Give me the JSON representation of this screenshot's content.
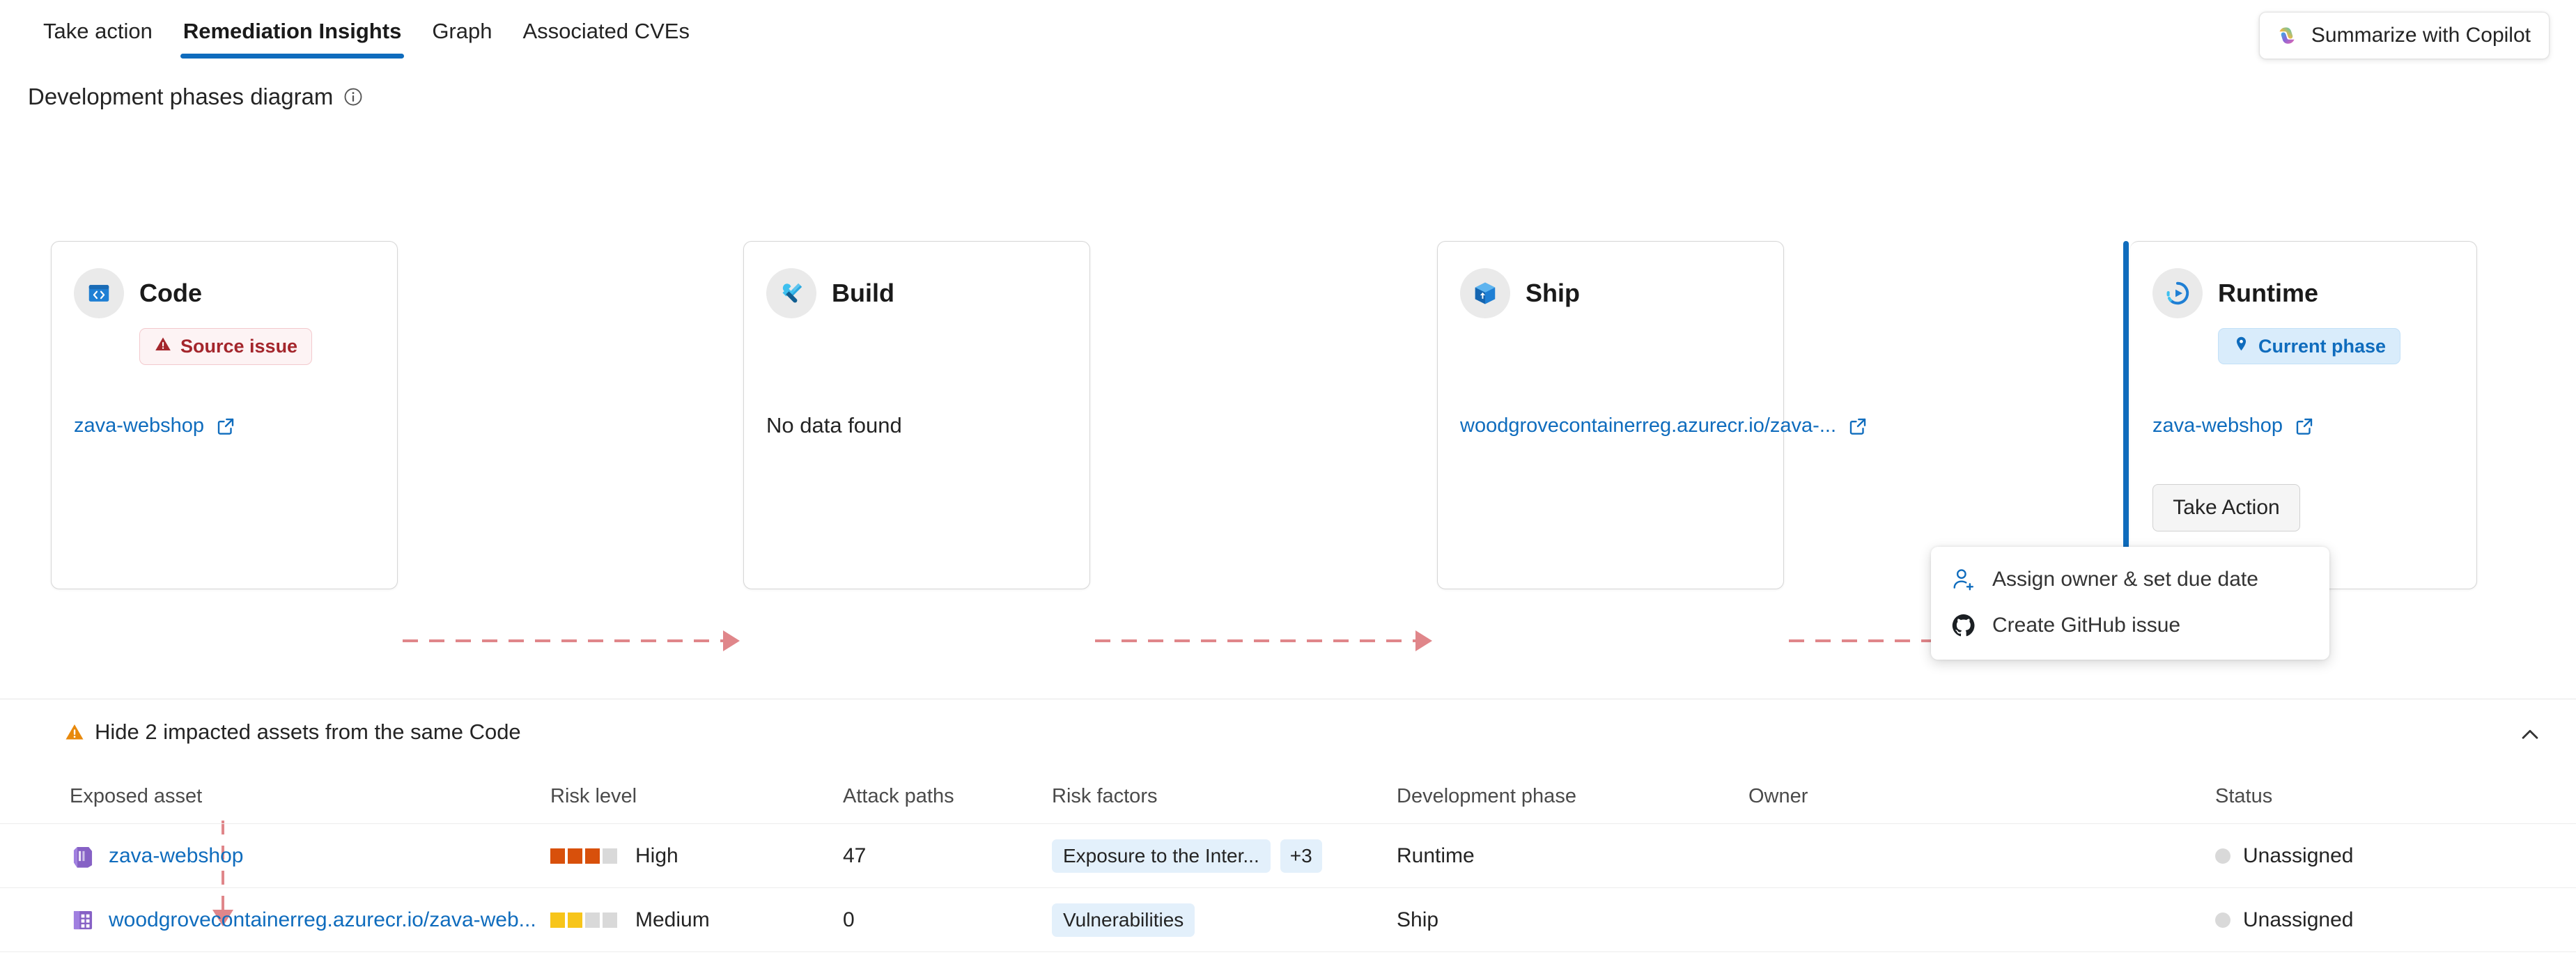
{
  "tabs": [
    {
      "label": "Take action",
      "active": false
    },
    {
      "label": "Remediation Insights",
      "active": true
    },
    {
      "label": "Graph",
      "active": false
    },
    {
      "label": "Associated CVEs",
      "active": false
    }
  ],
  "copilot": {
    "label": "Summarize with Copilot",
    "icon": "copilot-icon"
  },
  "section": {
    "title": "Development phases diagram",
    "info_icon": "info-icon"
  },
  "diagram": {
    "phases": [
      {
        "name": "Code",
        "icon": "code-window-icon",
        "badge": {
          "text": "Source issue",
          "type": "warning"
        },
        "link": "zava-webshop",
        "empty_text": null,
        "current": false
      },
      {
        "name": "Build",
        "icon": "tools-icon",
        "badge": null,
        "link": null,
        "empty_text": "No data found",
        "current": false
      },
      {
        "name": "Ship",
        "icon": "package-icon",
        "badge": null,
        "link": "woodgrovecontainerreg.azurecr.io/zava-...",
        "empty_text": null,
        "current": false
      },
      {
        "name": "Runtime",
        "icon": "runtime-icon",
        "badge": {
          "text": "Current phase",
          "type": "current"
        },
        "link": "zava-webshop",
        "empty_text": null,
        "current": true,
        "action_button": "Take Action"
      }
    ]
  },
  "context_menu": {
    "items": [
      {
        "label": "Assign owner & set due date",
        "icon": "person-add-icon"
      },
      {
        "label": "Create GitHub issue",
        "icon": "github-icon"
      }
    ]
  },
  "impacted": {
    "label": "Hide 2 impacted assets from the same Code",
    "warn_icon": "warning-triangle-icon",
    "collapse_icon": "chevron-up-icon"
  },
  "table": {
    "columns": [
      "Exposed asset",
      "Risk level",
      "Attack paths",
      "Risk factors",
      "Development phase",
      "Owner",
      "Status"
    ],
    "rows": [
      {
        "asset": "zava-webshop",
        "asset_icon": "app-service-icon",
        "risk_level": "High",
        "risk_filled": 3,
        "risk_total": 4,
        "risk_color": "#d8500b",
        "attack_paths": "47",
        "risk_factors": [
          "Exposure to the Inter..."
        ],
        "risk_factors_more": "+3",
        "development_phase": "Runtime",
        "owner": "",
        "status": "Unassigned"
      },
      {
        "asset": "woodgrovecontainerreg.azurecr.io/zava-web...",
        "asset_icon": "container-registry-icon",
        "risk_level": "Medium",
        "risk_filled": 2,
        "risk_total": 4,
        "risk_color": "#f7c51a",
        "attack_paths": "0",
        "risk_factors": [
          "Vulnerabilities"
        ],
        "risk_factors_more": null,
        "development_phase": "Ship",
        "owner": "",
        "status": "Unassigned"
      }
    ]
  },
  "colors": {
    "accent": "#0f6cbd",
    "link": "#0f6cbd",
    "connector": "#e0868a",
    "high": "#d8500b",
    "medium": "#f7c51a",
    "danger": "#a4262c",
    "warning": "#e8890c"
  }
}
